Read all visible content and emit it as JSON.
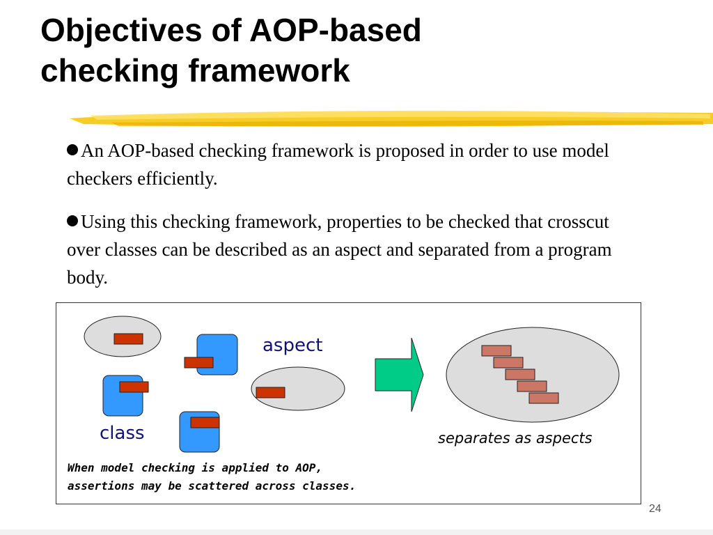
{
  "slide": {
    "title_line1": "Objectives of AOP-based",
    "title_line2": "checking framework",
    "bullets": [
      "An AOP-based checking framework is proposed in order to use model checkers efficiently.",
      "Using this checking framework, properties to be checked that crosscut over classes can be described as an aspect and separated from a program body."
    ],
    "page_number": "24"
  },
  "diagram": {
    "aspect_label": "aspect",
    "class_label": "class",
    "separates_label": "separates as aspects",
    "caption_line1": "When model checking is applied to AOP,",
    "caption_line2": "assertions may be scattered across classes."
  },
  "colors": {
    "highlight_brush": "#f5c400",
    "class_box": "#3399ff",
    "assertion_red": "#cc3300",
    "aspect_ellipse": "#dddddd",
    "arrow_green": "#00cc88",
    "stacked_brick": "#cc7766",
    "label_blue": "#111177"
  }
}
